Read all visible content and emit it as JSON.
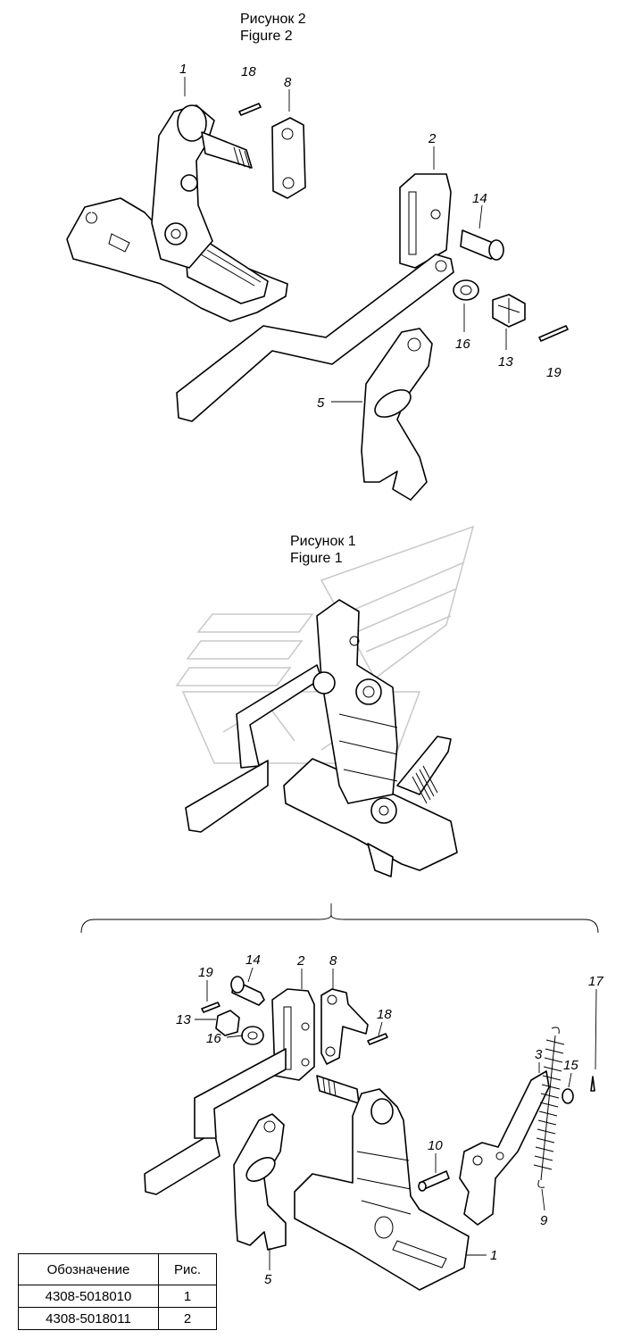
{
  "figure2": {
    "title_ru": "Рисунок 2",
    "title_en": "Figure 2",
    "callouts": [
      "1",
      "18",
      "8",
      "2",
      "14",
      "16",
      "13",
      "19",
      "5"
    ]
  },
  "figure1": {
    "title_ru": "Рисунок 1",
    "title_en": "Figure 1"
  },
  "exploded": {
    "callouts": [
      "19",
      "14",
      "2",
      "8",
      "18",
      "13",
      "16",
      "3",
      "15",
      "17",
      "10",
      "9",
      "5",
      "1"
    ]
  },
  "legend": {
    "headers": [
      "Обозначение",
      "Рис."
    ],
    "rows": [
      [
        "4308-5018010",
        "1"
      ],
      [
        "4308-5018011",
        "2"
      ]
    ]
  }
}
